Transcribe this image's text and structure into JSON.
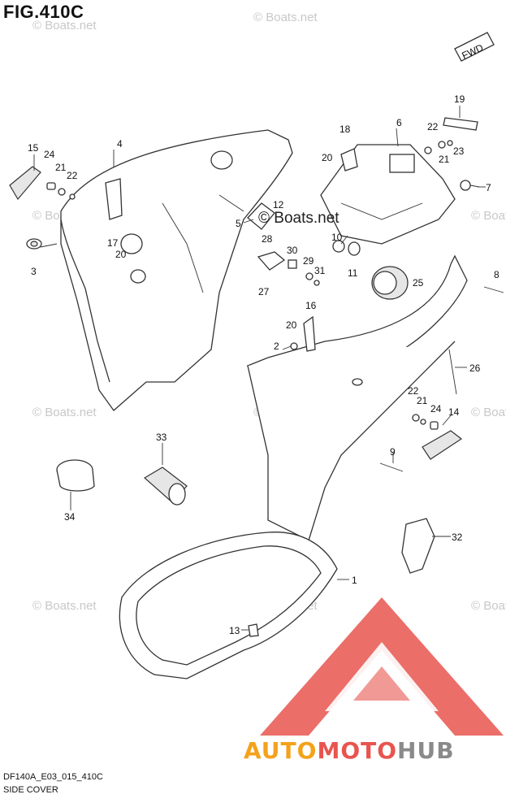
{
  "figure": {
    "title": "FIG.410C",
    "code": "DF140A_E03_015_410C",
    "name": "SIDE COVER"
  },
  "watermark": {
    "text": "© Boats.net",
    "center_text": "© Boats.net"
  },
  "direction_tag": "FWD",
  "brand": {
    "part1": "AUTO",
    "part2": "MOTO",
    "part3": "HUB",
    "colors": {
      "auto": "#f4a21c",
      "moto": "#e8554f",
      "hub": "#8a8a8a",
      "triangle": "#e8554f"
    }
  },
  "callouts": {
    "c1": "1",
    "c2": "2",
    "c3": "3",
    "c4": "4",
    "c5": "5",
    "c6": "6",
    "c7": "7",
    "c8": "8",
    "c9": "9",
    "c10": "10",
    "c11": "11",
    "c12": "12",
    "c13": "13",
    "c14": "14",
    "c15": "15",
    "c16": "16",
    "c17": "17",
    "c18": "18",
    "c19": "19",
    "c20a": "20",
    "c20b": "20",
    "c20c": "20",
    "c21a": "21",
    "c21b": "21",
    "c21c": "21",
    "c22a": "22",
    "c22b": "22",
    "c22c": "22",
    "c23": "23",
    "c24a": "24",
    "c24b": "24",
    "c25": "25",
    "c26": "26",
    "c27": "27",
    "c28": "28",
    "c29": "29",
    "c30": "30",
    "c31": "31",
    "c32": "32",
    "c33": "33",
    "c34": "34"
  }
}
